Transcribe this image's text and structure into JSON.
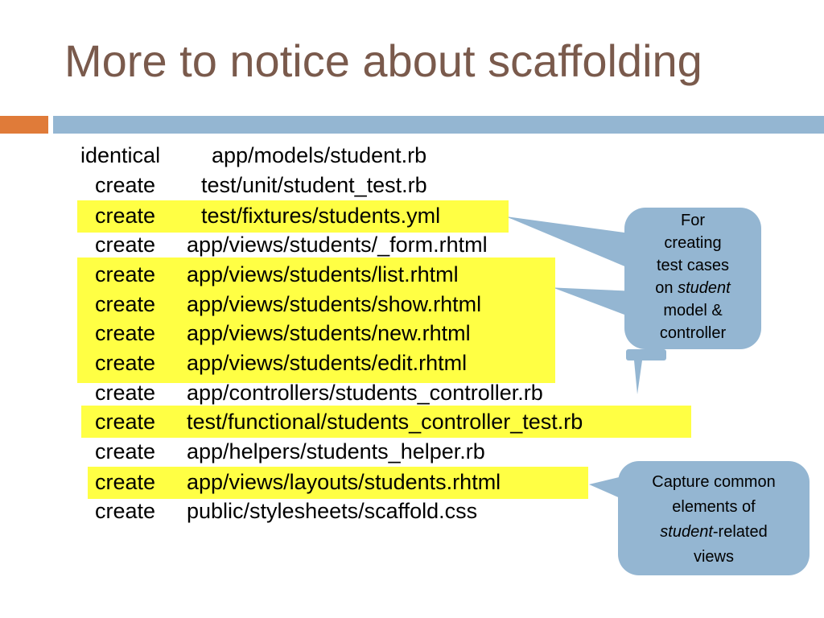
{
  "slide": {
    "title": "More to notice about scaffolding"
  },
  "accent_colors": {
    "title": "#7a5a4c",
    "orange_bar": "#e07b39",
    "blue_bar": "#94b6d2",
    "highlight": "#ffff44",
    "callout_fill": "#94b6d2"
  },
  "lines": [
    {
      "cmd": "identical",
      "path": "app/models/student.rb"
    },
    {
      "cmd": "create",
      "path": "test/unit/student_test.rb"
    },
    {
      "cmd": "create",
      "path": "test/fixtures/students.yml"
    },
    {
      "cmd": "create",
      "path": "app/views/students/_form.rhtml"
    },
    {
      "cmd": "create",
      "path": "app/views/students/list.rhtml"
    },
    {
      "cmd": "create",
      "path": "app/views/students/show.rhtml"
    },
    {
      "cmd": "create",
      "path": "app/views/students/new.rhtml"
    },
    {
      "cmd": "create",
      "path": "app/views/students/edit.rhtml"
    },
    {
      "cmd": "create",
      "path": "app/controllers/students_controller.rb"
    },
    {
      "cmd": "create",
      "path": "test/functional/students_controller_test.rb"
    },
    {
      "cmd": "create",
      "path": "app/helpers/students_helper.rb"
    },
    {
      "cmd": "create",
      "path": "app/views/layouts/students.rhtml"
    },
    {
      "cmd": "create",
      "path": "public/stylesheets/scaffold.css"
    }
  ],
  "callouts": {
    "test_cases": {
      "l1": "For",
      "l2": "creating",
      "l3": "test cases",
      "l4_pre": "on ",
      "l4_em": "student",
      "l5": "model &",
      "l6": "controller"
    },
    "layout": {
      "l1": "Capture common",
      "l2": "elements of",
      "l3_em": "student",
      "l3_post": "-related",
      "l4": "views"
    }
  }
}
